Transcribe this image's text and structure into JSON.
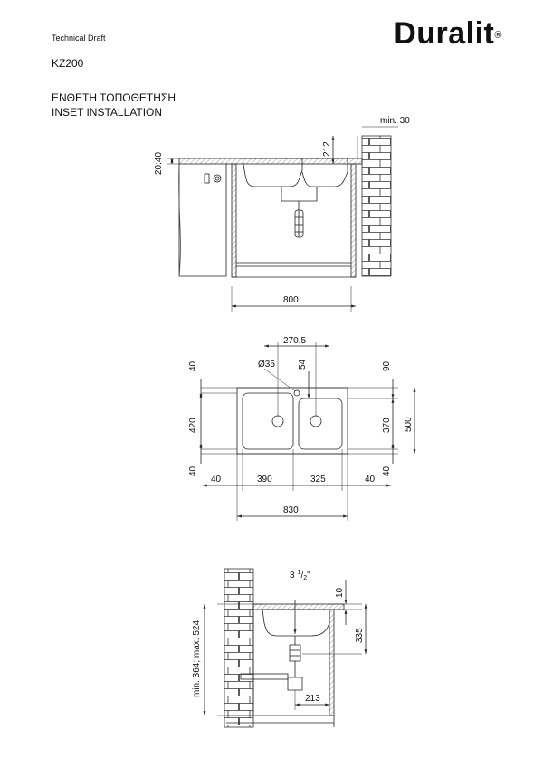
{
  "header": {
    "doc_type": "Technical Draft",
    "model": "KZ200",
    "title_greek": "ΕΝΘΕΤΗ ΤΟΠΟΘΕΤΗΣΗ",
    "title_english": "INSET INSTALLATION",
    "brand": "Duralit",
    "brand_mark": "®"
  },
  "side_view": {
    "dim_counter": "20:40",
    "dim_height": "212",
    "dim_wall_gap": "min. 30",
    "dim_cabinet_width": "800"
  },
  "top_view": {
    "dim_between_drains": "270.5",
    "dim_tap_hole": "Ø35",
    "dim_tap_offset": "54",
    "dim_left_top": "40",
    "dim_left_bowl": "420",
    "dim_left_bottom": "40",
    "dim_right_top": "90",
    "dim_right_bowl": "370",
    "dim_right_bottom": "40",
    "dim_total_depth": "500",
    "dim_w_left_margin": "40",
    "dim_w_left_bowl": "390",
    "dim_w_right_bowl": "325",
    "dim_w_right_margin": "40",
    "dim_total_width": "830"
  },
  "section_view": {
    "dim_drain_size_main": "3",
    "dim_drain_size_num": "1",
    "dim_drain_size_den": "2",
    "dim_drain_size_unit": "\"",
    "dim_rim": "10",
    "dim_drain_depth": "335",
    "dim_siphon_range": "min. 364; max. 524",
    "dim_wall_offset": "213"
  }
}
